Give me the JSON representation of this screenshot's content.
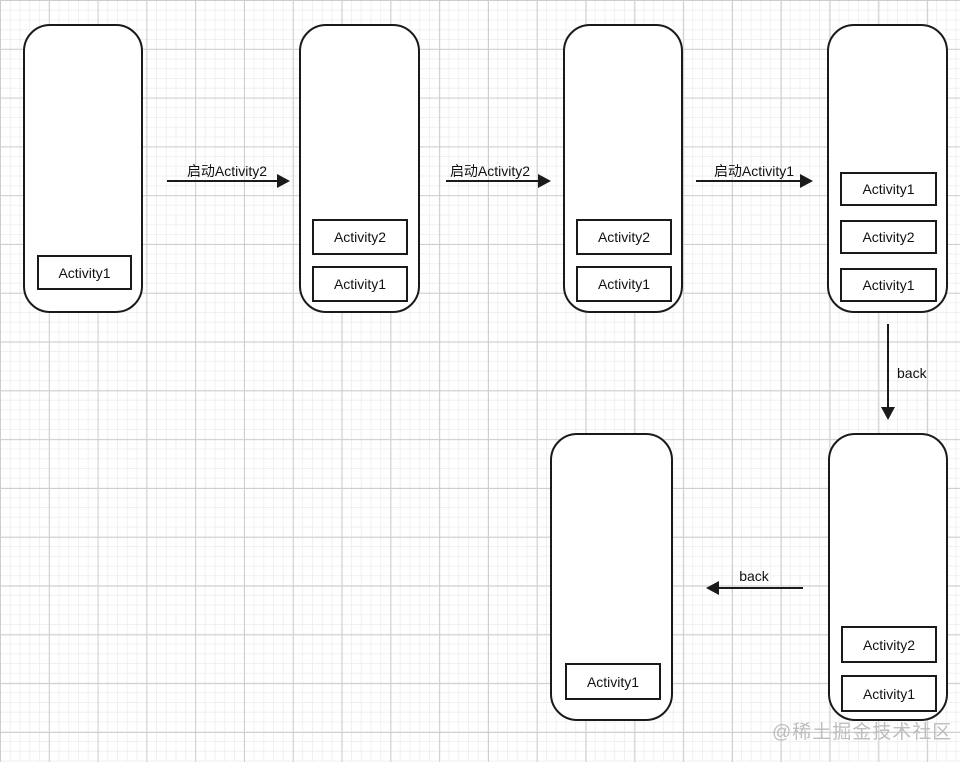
{
  "diagram": {
    "phones": [
      {
        "id": "phone-1",
        "activities": [
          "Activity1"
        ]
      },
      {
        "id": "phone-2",
        "activities": [
          "Activity2",
          "Activity1"
        ]
      },
      {
        "id": "phone-3",
        "activities": [
          "Activity2",
          "Activity1"
        ]
      },
      {
        "id": "phone-4",
        "activities": [
          "Activity1",
          "Activity2",
          "Activity1"
        ]
      },
      {
        "id": "phone-5",
        "activities": [
          "Activity2",
          "Activity1"
        ]
      },
      {
        "id": "phone-6",
        "activities": [
          "Activity1"
        ]
      }
    ],
    "arrows": [
      {
        "id": "arrow-1",
        "label": "启动Activity2",
        "direction": "right"
      },
      {
        "id": "arrow-2",
        "label": "启动Activity2",
        "direction": "right"
      },
      {
        "id": "arrow-3",
        "label": "启动Activity1",
        "direction": "right"
      },
      {
        "id": "arrow-4",
        "label": "back",
        "direction": "down"
      },
      {
        "id": "arrow-5",
        "label": "back",
        "direction": "left"
      }
    ],
    "watermark": "@稀土掘金技术社区",
    "colors": {
      "stroke": "#1a1a1a",
      "fill": "#ffffff",
      "grid_major": "#cdcdcd",
      "grid_minor": "#f0f0f0",
      "watermark": "#bdbdbd"
    }
  }
}
